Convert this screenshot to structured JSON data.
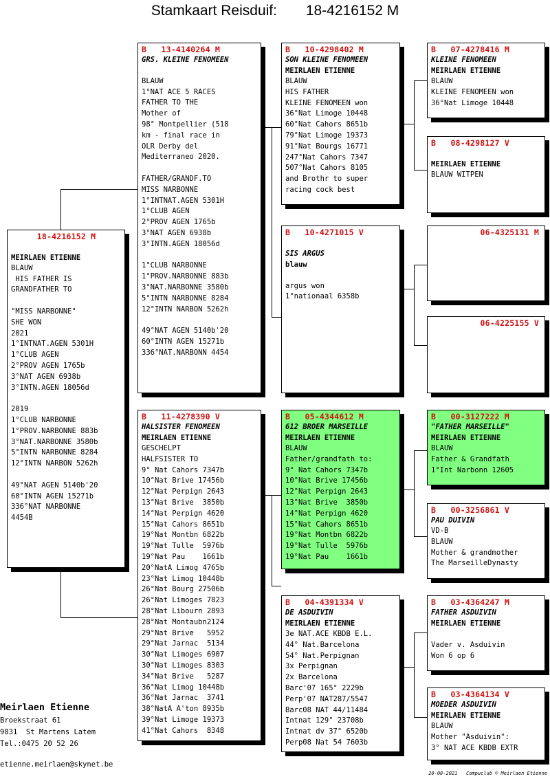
{
  "title": {
    "label": "Stamkaart Reisduif:",
    "ring": "18-4216152 M"
  },
  "subject": {
    "header": "18-4216152 M",
    "owner": "MEIRLAEN ETIENNE",
    "lines": [
      "BLAUW",
      " HIS FATHER IS",
      "GRANDFATHER TO",
      "",
      "\"MISS NARBONNE\"",
      "SHE WON",
      "2021",
      "1°INTNAT.AGEN 5301H",
      "1°CLUB AGEN",
      "2°PROV AGEN 1765b",
      "3°NAT AGEN 6938b",
      "3°INTN.AGEN 18056d",
      "",
      "2019",
      "1°CLUB NARBONNE",
      "1°PROV.NARBONNE 883b",
      "3°NAT.NARBONNE 3580b",
      "5°INTN NARBONNE 8284",
      "12°INTN NARBON 5262h",
      "",
      "49°NAT AGEN 5140b'20",
      "60°INTN AGEN 15271b",
      "336°NAT NARBONNE",
      "4454B"
    ]
  },
  "father": {
    "header": "B   13-4140264 M",
    "name": "GRS. KLEINE FENOMEEN",
    "lines": [
      "",
      "BLAUW",
      "1°NAT ACE 5 RACES",
      "FATHER TO THE",
      "Mother of",
      "98° Montpellier (518",
      "km - final race in",
      "OLR Derby del",
      "Mediterraneo 2020.",
      "",
      "FATHER/GRANDF.TO",
      "MISS NARBONNE",
      "1°INTNAT.AGEN 5301H",
      "1°CLUB AGEN",
      "2°PROV AGEN 1765b",
      "3°NAT AGEN 6938b",
      "3°INTN.AGEN 18056d",
      "",
      "1°CLUB NARBONNE",
      "1°PROV.NARBONNE 883b",
      "3°NAT.NARBONNE 3580b",
      "5°INTN NARBONNE 8284",
      "12°INTN NARBON 5262h",
      "",
      "49°NAT AGEN 5140b'20",
      "60°INTN AGEN 15271b",
      "336°NAT.NARBONN 4454"
    ]
  },
  "mother": {
    "header": "B   11-4278390 V",
    "name": "HALSISTER FENOMEEN",
    "owner": "MEIRLAEN ETIENNE",
    "lines": [
      "GESCHELPT",
      "HALFSISTER TO",
      "9° Nat Cahors 7347b",
      "10°Nat Brive 17456b",
      "12°Nat Perpign 2643",
      "13°Nat Brive  3850b",
      "14°Nat Perpign 4620",
      "15°Nat Cahors 8651b",
      "19°Nat Montbn 6822b",
      "19°Nat Tulle  5976b",
      "19°Nat Pau    1661b",
      "20°NatA Limog 4765b",
      "23°Nat Limog 10448b",
      "26°Nat Bourg 27506b",
      "26°Nat Limoges 7823",
      "28°Nat Libourn 2893",
      "28°Nat Montaubn2124",
      "29°Nat Brive   5952",
      "29°Nat Jarnac  5134",
      "30°Nat Limoges 6907",
      "30°Nat Limoges 8303",
      "34°Nat Brive   5287",
      "36°Nat Limog 10448b",
      "36°Nat Jarnac  3741",
      "38°NatA A'ton 8935b",
      "39°Nat Limoge 19373",
      "41°Nat Cahors  8348"
    ]
  },
  "ff": {
    "header": "B   10-4298402 M",
    "name": "SON KLEINE FENOMEEN",
    "owner": "MEIRLAEN ETIENNE",
    "lines": [
      "BLAUW",
      "HIS FATHER",
      "KLEINE FENOMEEN won",
      "36°Nat Limoge 10448",
      "60°Nat Cahors 8651b",
      "79°Nat Limoge 19373",
      "91°Nat Bourgs 16771",
      "247°Nat Cahors 7347",
      "507°Nat Cahors 8105",
      "and Brothr to super",
      "racing cock best"
    ]
  },
  "fm": {
    "header": "B   10-4271015 V",
    "name": "SIS ARGUS",
    "owner": "blauw",
    "lines": [
      "",
      "argus won",
      "1°nationaal 6358b"
    ]
  },
  "mf": {
    "header": "B   05-4344612 M",
    "name": "612 BROER MARSEILLE",
    "owner": "MEIRLAEN ETIENNE",
    "lines": [
      "BLAUW",
      "Father/grandfath to:",
      "9° Nat Cahors 7347b",
      "10°Nat Brive 17456b",
      "12°Nat Perpign 2643",
      "13°Nat Brive  3850b",
      "14°Nat Perpign 4620",
      "15°Nat Cahors 8651b",
      "19°Nat Montbn 6822b",
      "19°Nat Tulle  5976b",
      "19°Nat Pau    1661b"
    ]
  },
  "mm": {
    "header": "B   04-4391334 V",
    "name": "DE ASDUIVIN",
    "owner": "MEIRLAEN ETIENNE",
    "lines": [
      "3e NAT.ACE KBDB E.L.",
      "44° Nat.Barcelona",
      "54° Nat.Perpignan",
      "3x Perpignan",
      "2x Barcelona",
      "Barc'07 165° 2229b",
      "Perp'07 NAT287/5547",
      "Barc08 NAT 44/11484",
      "Intnat 129° 23708b",
      "Intnat dv 37° 6520b",
      "Perp08 Nat 54 7603b"
    ]
  },
  "fff": {
    "header": "B   07-4278416 M",
    "name": "KLEINE FENOMEEN",
    "owner": "MEIRLAEN ETIENNE",
    "lines": [
      "BLAUW",
      "KLEINE FENOMEEN won",
      "36°Nat Limoge 10448"
    ]
  },
  "ffm": {
    "header": "B   08-4298127 V",
    "name": "",
    "owner": "MEIRLAEN ETIENNE",
    "lines": [
      "BLAUW WITPEN"
    ]
  },
  "fmf": {
    "header": "06-4325131 M"
  },
  "fmm": {
    "header": "06-4225155 V"
  },
  "mff": {
    "header": "B   00-3127222 M",
    "name": "\"FATHER MARSEILLE\"",
    "owner": "MEIRLAEN ETIENNE",
    "lines": [
      "BLAUW",
      "Father & Grandfath",
      "1°Int Narbonn 12605"
    ]
  },
  "mfm": {
    "header": "B   00-3256861 V",
    "name": "PAU DUIVIN",
    "owner": "",
    "lines": [
      "VD-B",
      "BLAUW",
      "Mother & grandmother",
      "The MarseilleDynasty"
    ]
  },
  "mmf": {
    "header": "B   03-4364247 M",
    "name": "FATHER ASDUIVIN",
    "owner": "MEIRLAEN ETIENNE",
    "lines": [
      "",
      "Vader v. Asduivin",
      "Won 6 op 6"
    ]
  },
  "mmm": {
    "header": "B   03-4364134 V",
    "name": "MOEDER ASDUIVIN",
    "owner": "MEIRLAEN ETIENNE",
    "lines": [
      "BLAUW",
      "Mother \"Asduivin\":",
      "3° NAT ACE KBDB EXTR"
    ]
  },
  "breeder": {
    "name": "Meirlaen Etienne",
    "street": "Broekstraat 61",
    "city": "9831  St Martens Latem",
    "tel": "Tel.:0475 20 52 26",
    "email": "etienne.meirlaen@skynet.be"
  },
  "footer": "20-08-2021   Compuclub © Meirlaen Etienne",
  "colors": {
    "ring_red": "#d01010",
    "highlight_green": "#80ff80"
  }
}
